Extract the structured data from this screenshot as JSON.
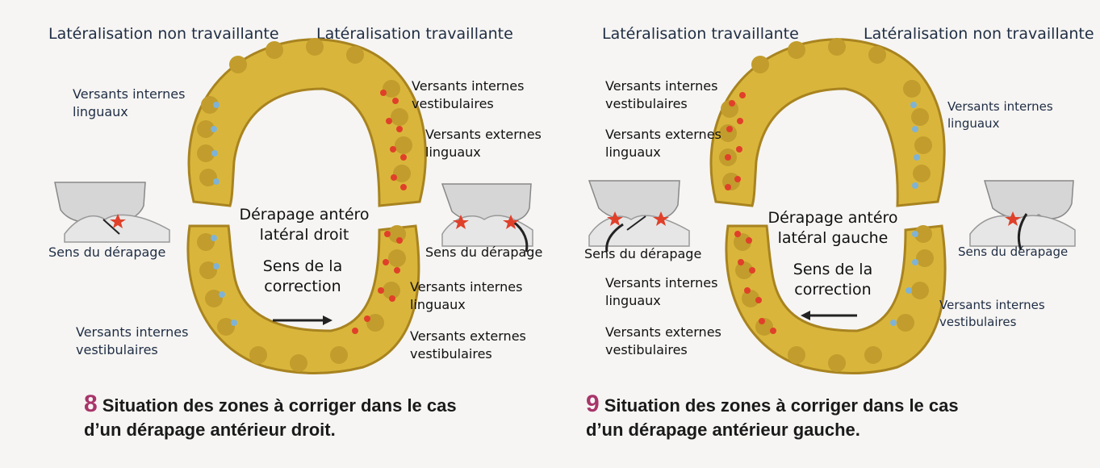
{
  "panel_left": {
    "header_left": "Latéralisation non travaillante",
    "header_right": "Latéralisation travaillante",
    "upper_left_label": [
      "Versants internes",
      "linguaux"
    ],
    "upper_right_label_1": [
      "Versants internes",
      "vestibulaires"
    ],
    "upper_right_label_2": [
      "Versants externes",
      "linguaux"
    ],
    "center_title": [
      "Dérapage antéro",
      "latéral droit"
    ],
    "center_correction": [
      "Sens de la",
      "correction"
    ],
    "slip_left": "Sens du dérapage",
    "slip_right": "Sens du dérapage",
    "lower_right_label_1": [
      "Versants internes",
      "linguaux"
    ],
    "lower_right_label_2": [
      "Versants externes",
      "vestibulaires"
    ],
    "lower_left_label": [
      "Versants internes",
      "vestibulaires"
    ],
    "caption_number": "8",
    "caption_text": [
      "Situation des zones à corriger dans le cas",
      "d’un dérapage antérieur droit."
    ]
  },
  "panel_right": {
    "header_left": "Latéralisation travaillante",
    "header_right": "Latéralisation non travaillante",
    "upper_left_label_1": [
      "Versants internes",
      "vestibulaires"
    ],
    "upper_left_label_2": [
      "Versants externes",
      "linguaux"
    ],
    "upper_right_label": [
      "Versants internes",
      "linguaux"
    ],
    "center_title": [
      "Dérapage antéro",
      "latéral gauche"
    ],
    "center_correction": [
      "Sens de la",
      "correction"
    ],
    "slip_left": "Sens du dérapage",
    "slip_right": "Sens du dérapage",
    "lower_left_label_1": [
      "Versants internes",
      "linguaux"
    ],
    "lower_left_label_2": [
      "Versants externes",
      "vestibulaires"
    ],
    "lower_right_label": [
      "Versants internes",
      "vestibulaires"
    ],
    "caption_number": "9",
    "caption_text": [
      "Situation des zones à corriger dans le cas",
      "d’un dérapage antérieur gauche."
    ]
  },
  "colors": {
    "tooth_fill": "#d9b63b",
    "tooth_shadow": "#a88320",
    "red_dot": "#e0402a",
    "blue_dot": "#7fb3d6",
    "caption_number": "#a8356a"
  }
}
